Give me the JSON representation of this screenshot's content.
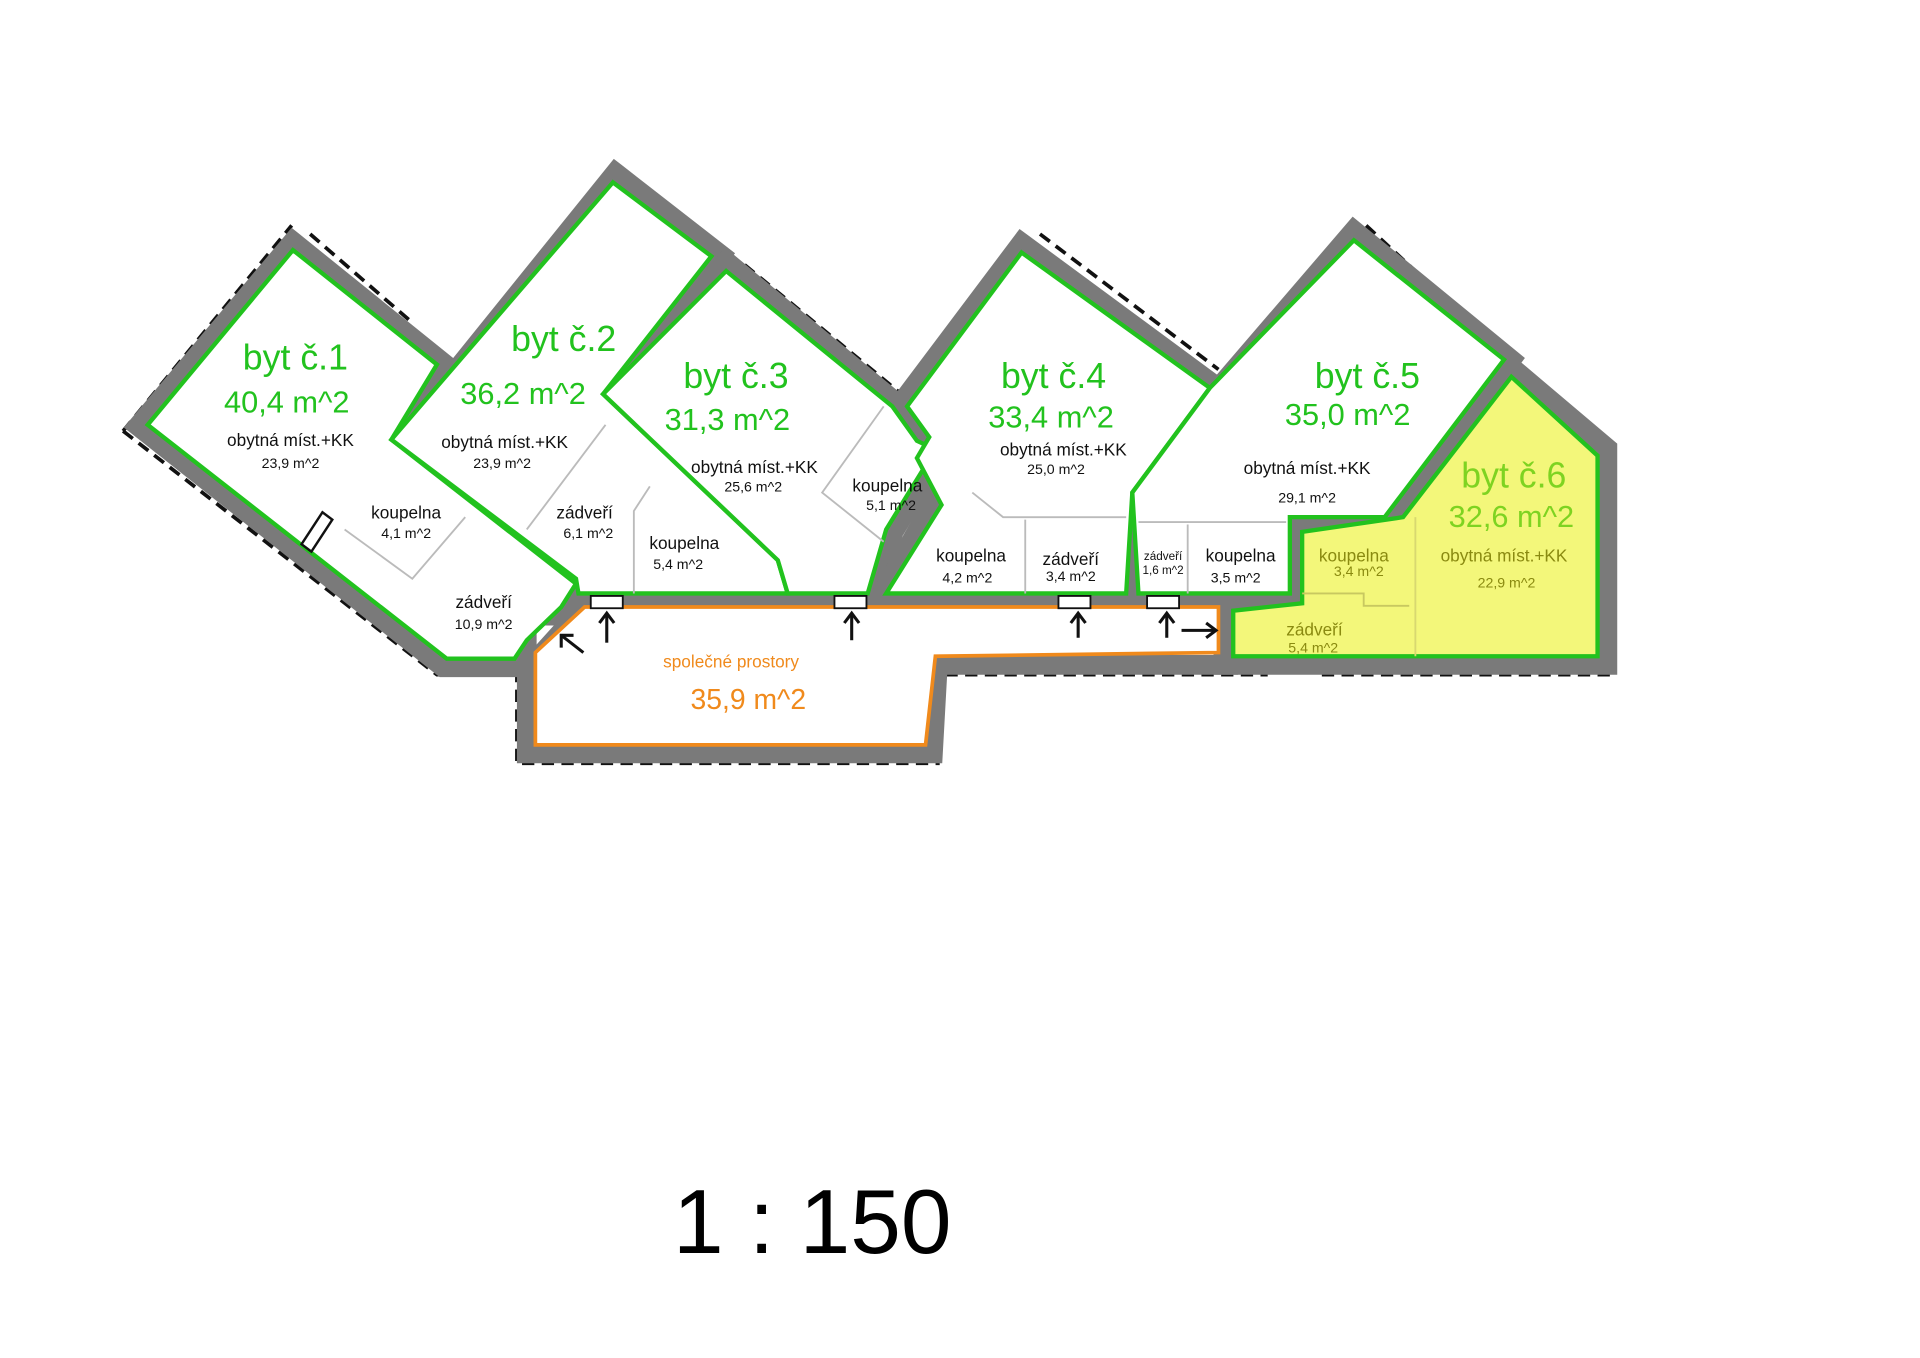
{
  "apartments": [
    {
      "title": "byt č.1",
      "area": "40,4 m^2",
      "rooms": [
        {
          "name": "obytná míst.+KK",
          "area": "23,9 m^2"
        },
        {
          "name": "koupelna",
          "area": "4,1 m^2"
        },
        {
          "name": "zádveří",
          "area": "10,9 m^2"
        }
      ]
    },
    {
      "title": "byt č.2",
      "area": "36,2 m^2",
      "rooms": [
        {
          "name": "obytná míst.+KK",
          "area": "23,9 m^2"
        },
        {
          "name": "zádveří",
          "area": "6,1 m^2"
        },
        {
          "name": "koupelna",
          "area": "5,4 m^2"
        }
      ]
    },
    {
      "title": "byt č.3",
      "area": "31,3 m^2",
      "rooms": [
        {
          "name": "obytná míst.+KK",
          "area": "25,6 m^2"
        },
        {
          "name": "koupelna",
          "area": "5,1 m^2"
        }
      ]
    },
    {
      "title": "byt č.4",
      "area": "33,4 m^2",
      "rooms": [
        {
          "name": "obytná míst.+KK",
          "area": "25,0 m^2"
        },
        {
          "name": "koupelna",
          "area": "4,2 m^2"
        },
        {
          "name": "zádveří",
          "area": "3,4 m^2"
        }
      ]
    },
    {
      "title": "byt č.5",
      "area": "35,0 m^2",
      "rooms": [
        {
          "name": "obytná míst.+KK",
          "area": "29,1 m^2"
        },
        {
          "name": "zádveří",
          "area": "1,6 m^2"
        },
        {
          "name": "koupelna",
          "area": "3,5 m^2"
        }
      ]
    },
    {
      "title": "byt č.6",
      "area": "32,6 m^2",
      "rooms": [
        {
          "name": "obytná míst.+KK",
          "area": "22,9 m^2"
        },
        {
          "name": "koupelna",
          "area": "3,4 m^2"
        },
        {
          "name": "zádveří",
          "area": "5,4 m^2"
        }
      ]
    }
  ],
  "common": {
    "name": "společné prostory",
    "area": "35,9 m^2"
  },
  "scale": "1 : 150",
  "colors": {
    "apartment": "#22c21e",
    "highlight_fill": "#f3f77a",
    "common": "#f08a1c",
    "wall": "#7a7a7a"
  }
}
